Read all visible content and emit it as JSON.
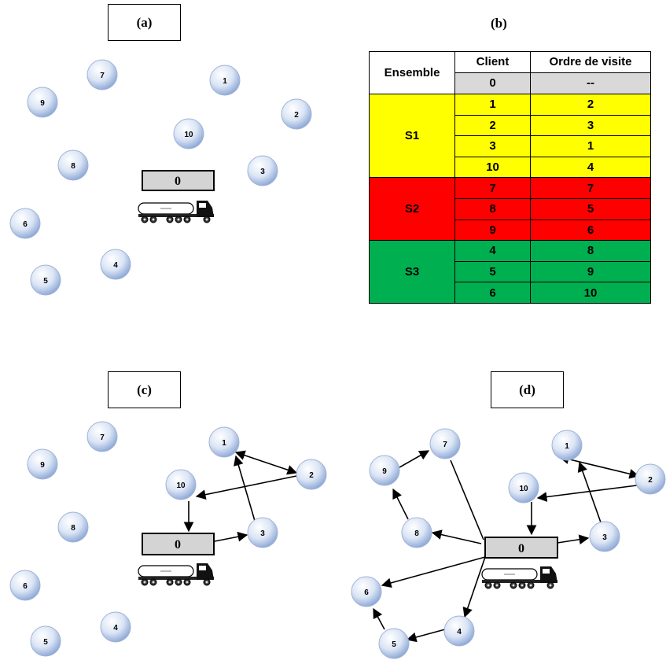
{
  "panels": {
    "a": "(a)",
    "b": "(b)",
    "c": "(c)",
    "d": "(d)"
  },
  "depot_label": "0",
  "table": {
    "headers": {
      "set": "Ensemble",
      "client": "Client",
      "order": "Ordre de visite"
    },
    "depot_row": {
      "client": "0",
      "order": "--"
    },
    "groups": [
      {
        "name": "S1",
        "color": "#ffff00",
        "rows": [
          {
            "client": "1",
            "order": "2"
          },
          {
            "client": "2",
            "order": "3"
          },
          {
            "client": "3",
            "order": "1"
          },
          {
            "client": "10",
            "order": "4"
          }
        ]
      },
      {
        "name": "S2",
        "color": "#ff0000",
        "rows": [
          {
            "client": "7",
            "order": "7"
          },
          {
            "client": "8",
            "order": "5"
          },
          {
            "client": "9",
            "order": "6"
          }
        ]
      },
      {
        "name": "S3",
        "color": "#00b050",
        "rows": [
          {
            "client": "4",
            "order": "8"
          },
          {
            "client": "5",
            "order": "9"
          },
          {
            "client": "6",
            "order": "10"
          }
        ]
      }
    ],
    "header_bg": "#ffffff",
    "depot_bg": "#d9d9d9"
  },
  "colors": {
    "node_light": "#eef3fb",
    "node_dark": "#8ea8d6",
    "depot_fill": "#d4d4d4"
  }
}
